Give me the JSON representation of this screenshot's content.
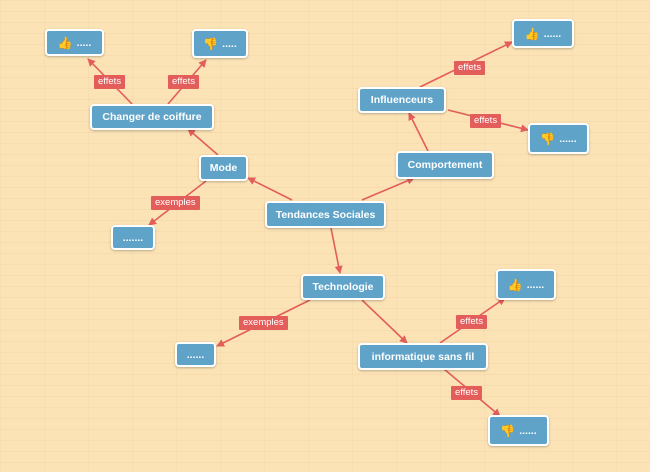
{
  "colors": {
    "node_fill": "#5fa3c8",
    "edge": "#e35d5b",
    "background": "#fbe3b6"
  },
  "nodes": {
    "center": "Tendances Sociales",
    "mode": "Mode",
    "coiffure": "Changer de coiffure",
    "coiffure_pos": ".....",
    "coiffure_neg": ".....",
    "mode_ex": ".......",
    "comportement": "Comportement",
    "influenceurs": "Influenceurs",
    "infl_pos": "......",
    "infl_neg": "......",
    "technologie": "Technologie",
    "tech_ex": "......",
    "sansfil": "informatique sans fil",
    "sansfil_pos": "......",
    "sansfil_neg": "......"
  },
  "icons": {
    "thumb_up": "thumbs-up-icon",
    "thumb_down": "thumbs-down-icon"
  },
  "edge_labels": {
    "coiffure_pos": "effets",
    "coiffure_neg": "effets",
    "mode_ex": "exemples",
    "infl_pos": "effets",
    "infl_neg": "effets",
    "tech_ex": "exemples",
    "sansfil_pos": "effets",
    "sansfil_neg": "effets"
  }
}
